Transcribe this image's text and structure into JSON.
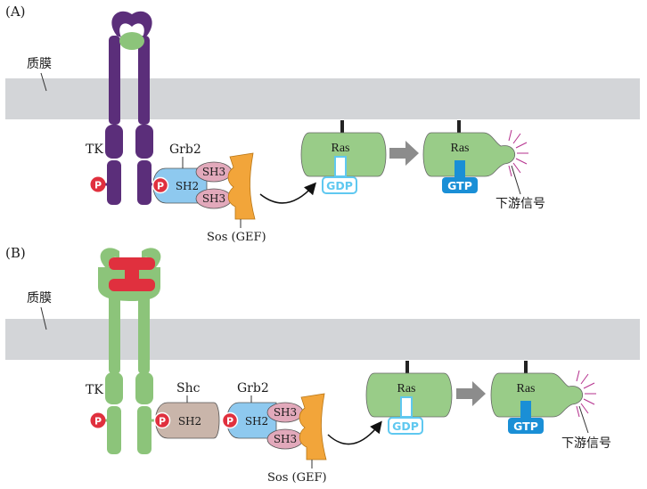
{
  "panel_a": {
    "panel_label": "(A)",
    "membrane_label": "质膜",
    "tk_label": "TK",
    "grb2_label": "Grb2",
    "sh2_label": "SH2",
    "sh3_top_label": "SH3",
    "sh3_bottom_label": "SH3",
    "sos_label": "Sos (GEF)",
    "phospho_left": "P",
    "phospho_right": "P",
    "ras_inactive_label": "Ras",
    "gdp_label": "GDP",
    "ras_active_label": "Ras",
    "gtp_label": "GTP",
    "downstream_label": "下游信号"
  },
  "panel_b": {
    "panel_label": "(B)",
    "membrane_label": "质膜",
    "tk_label": "TK",
    "shc_label": "Shc",
    "shc_sh2_label": "SH2",
    "grb2_label": "Grb2",
    "sh2_label": "SH2",
    "sh3_top_label": "SH3",
    "sh3_bottom_label": "SH3",
    "sos_label": "Sos (GEF)",
    "phospho_tk": "P",
    "phospho_shc": "P",
    "phospho_grb2": "P",
    "ras_inactive_label": "Ras",
    "gdp_label": "GDP",
    "ras_active_label": "Ras",
    "gtp_label": "GTP",
    "downstream_label": "下游信号"
  },
  "colors": {
    "membrane": "#d3d5d8",
    "receptor_a": "#5b2e7a",
    "receptor_b": "#8cc47a",
    "ligand_a": "#8cc47a",
    "ligand_b": "#e0303e",
    "grb2": "#8ec9ef",
    "sh3": "#e2a9bb",
    "sos": "#f2a53a",
    "shc": "#c9b5aa",
    "ras": "#99cc88",
    "gdp": "#5fc8f0",
    "gtp": "#1a8fd6",
    "phospho": "#e0303e",
    "signal_rays": "#b5318e",
    "transition_arrow": "#8c8c8c"
  }
}
